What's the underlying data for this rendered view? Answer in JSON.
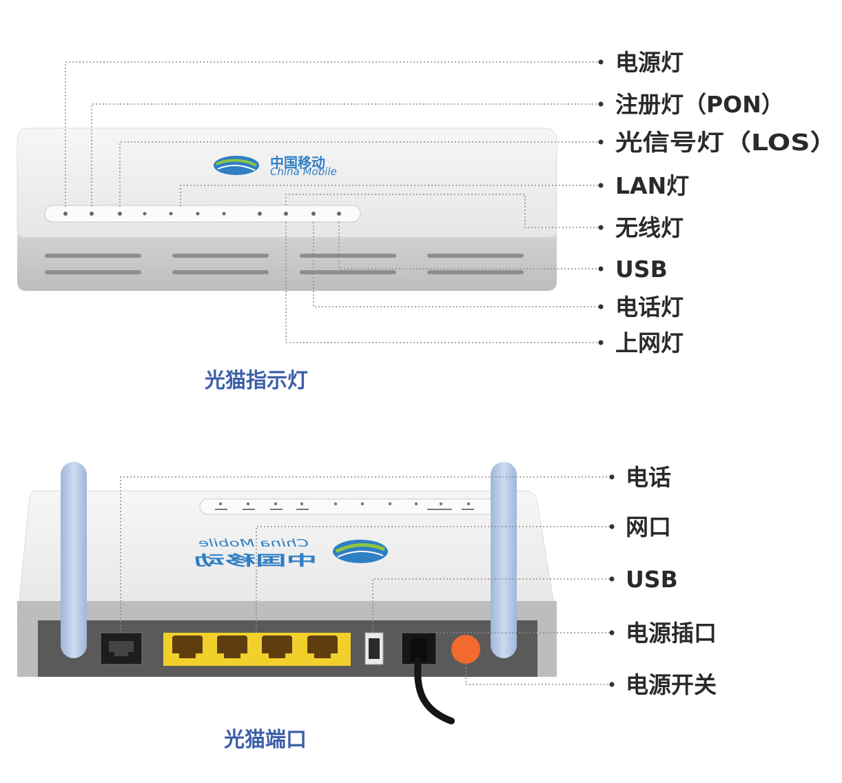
{
  "front": {
    "logo": {
      "cn": "中国移动",
      "en": "China Mobile"
    },
    "caption": "光猫指示灯",
    "labels": [
      "电源灯",
      "注册灯（PON）",
      "光信号灯（LOS）",
      "LAN灯",
      "无线灯",
      "USB",
      "电话灯",
      "上网灯"
    ]
  },
  "back": {
    "logo": {
      "cn": "中国移动",
      "en": "China Mobile"
    },
    "caption": "光猫端口",
    "labels": [
      "电话",
      "网口",
      "USB",
      "电源插口",
      "电源开关"
    ]
  },
  "colors": {
    "lan_port": "#f2d02c",
    "power_switch": "#f26a2e",
    "antenna": "#b7c9e4",
    "caption": "#3d5fa8"
  }
}
